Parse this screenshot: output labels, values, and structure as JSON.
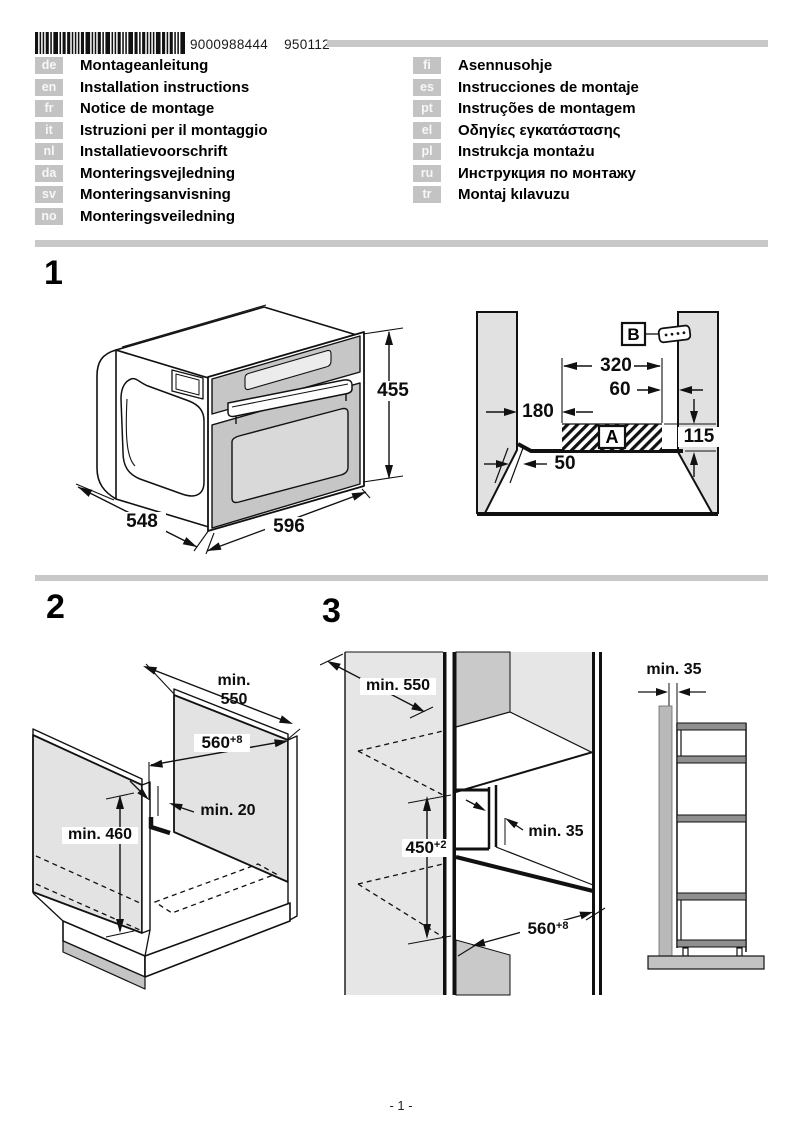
{
  "header": {
    "barcode_code": "9000988444",
    "barcode_batch": "950112"
  },
  "languages": {
    "left": [
      {
        "code": "de",
        "label": "Montageanleitung"
      },
      {
        "code": "en",
        "label": "Installation instructions"
      },
      {
        "code": "fr",
        "label": "Notice de montage"
      },
      {
        "code": "it",
        "label": "Istruzioni per il montaggio"
      },
      {
        "code": "nl",
        "label": "Installatievoorschrift"
      },
      {
        "code": "da",
        "label": "Monteringsvejledning"
      },
      {
        "code": "sv",
        "label": "Monteringsanvisning"
      },
      {
        "code": "no",
        "label": "Monteringsveiledning"
      }
    ],
    "right": [
      {
        "code": "fi",
        "label": "Asennusohje"
      },
      {
        "code": "es",
        "label": "Instrucciones de montaje"
      },
      {
        "code": "pt",
        "label": "Instruções de montagem"
      },
      {
        "code": "el",
        "label": "Οδηγίες εγκατάστασης"
      },
      {
        "code": "pl",
        "label": "Instrukcja montażu"
      },
      {
        "code": "ru",
        "label": "Инструкция по монтажу"
      },
      {
        "code": "tr",
        "label": "Montaj kılavuzu"
      }
    ]
  },
  "figures": {
    "fig1": {
      "number": "1",
      "oven_dims": {
        "height": "455",
        "depth": "548",
        "width": "596"
      },
      "niche_dims": {
        "top_width": "320",
        "right_offset": "60",
        "left_offset": "180",
        "rear_height": "115",
        "step": "50"
      },
      "labels": {
        "area": "A",
        "bracket": "B"
      }
    },
    "fig2": {
      "number": "2",
      "dims": {
        "depth_line1": "min.",
        "depth_line2": "550",
        "niche_width": "560",
        "niche_width_tol": "+8",
        "rear_gap": "min. 20",
        "niche_height": "min. 460"
      }
    },
    "fig3": {
      "number": "3",
      "dims": {
        "depth": "min. 550",
        "niche_height": "450",
        "niche_height_tol": "+2",
        "divider_gap": "min. 35",
        "niche_width": "560",
        "niche_width_tol": "+8",
        "wall_gap": "min. 35"
      }
    }
  },
  "footer": {
    "page_number": "- 1 -"
  },
  "colors": {
    "separator": "#c8c8c8",
    "lang_tag": "#c3c3c3",
    "panel_light": "#e3e3e3",
    "panel_shadow": "#c9c9c9",
    "drawing_line": "#111111"
  }
}
